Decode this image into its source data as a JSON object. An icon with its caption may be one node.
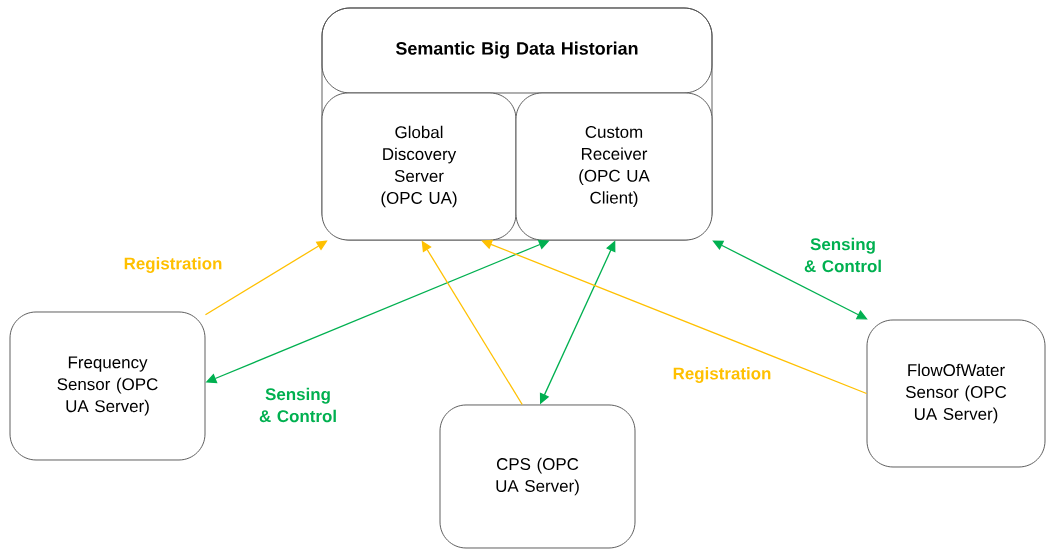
{
  "diagram": {
    "nodes": [
      {
        "text": [
          "Semantic Big Data Historian"
        ]
      },
      {
        "text": [
          "Global Discovery Server (OPC UA)"
        ],
        "in": 0
      },
      {
        "text": [
          "Custom Receiver (OPC UA Client)"
        ],
        "in": 0
      },
      {
        "text": [
          "Frequency Sensor (OPC UA Server)"
        ]
      },
      {
        "text": [
          "CPS (OPC UA Server)"
        ]
      },
      {
        "text": [
          "FlowOfWater Sensor (OPC UA Server)"
        ]
      }
    ],
    "edges": [
      {
        "from": 3,
        "to": 1,
        "arrow": "to",
        "label": "Registration",
        "color": "#ffc000"
      },
      {
        "from": 2,
        "to": 3,
        "arrow": "both",
        "label": "Sensing & Control",
        "color": "#00b050"
      },
      {
        "from": 4,
        "to": 1,
        "arrow": "to",
        "color": "#ffc000"
      },
      {
        "from": 2,
        "to": 4,
        "arrow": "both",
        "color": "#00b050"
      },
      {
        "from": 5,
        "to": 1,
        "arrow": "to",
        "label": "Registration",
        "color": "#ffc000"
      },
      {
        "from": 2,
        "to": 5,
        "arrow": "both",
        "label": "Sensing & Control",
        "color": "#00b050"
      }
    ]
  }
}
